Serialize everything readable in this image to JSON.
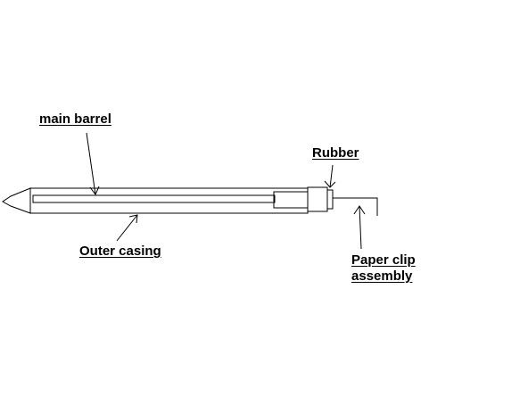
{
  "labels": {
    "main_barrel": "main barrel",
    "outer_casing": "Outer casing",
    "rubber": "Rubber",
    "paper_clip_line1": "Paper clip",
    "paper_clip_line2": "assembly"
  },
  "colors": {
    "background": "#ffffff",
    "ink": "#000000"
  }
}
